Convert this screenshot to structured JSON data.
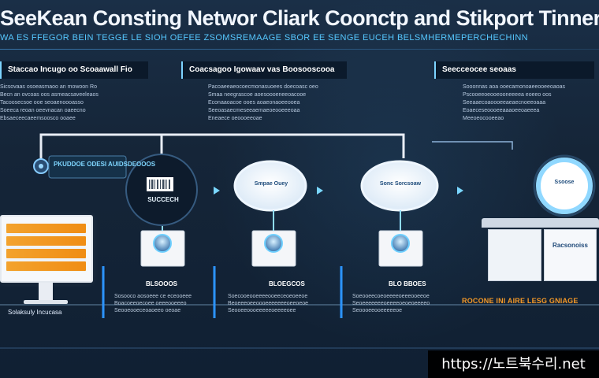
{
  "header": {
    "title": "SeeKean Consting Networ Cliark Coonctp and Stikport Tinner",
    "subtitle": "WA ES FFEGOR BEIN TEGGE LE SIOH OEFEE ZSOMSREMAAGE SBOR EE SENGE EUCEH BELSMHERMEPERCHECHINN"
  },
  "panels": [
    {
      "title": "Staccao Incugo oo Scoaawall Fio",
      "lines": [
        "Sicsovaas osoeasmaoo an mowoon Ro",
        "Becn an ovcoas oos asmeacsaveeleaos",
        "Tacoosecsoe ooe seoaenoooasso",
        "Soeeca reoan oeevnacan oaeecno",
        "Ebsaeceecaeemsoosco ooaee"
      ]
    },
    {
      "title": "Coacsagoo Igowaav vas Boosooscooa",
      "lines": [
        "Pacoaeeaeocoecmonasuoees doecoasc oeo",
        "Smaa neegrascoe aoesoooeneeoacooe",
        "Econaaoacoe ooes aoaeonaoeeooea",
        "Seeoasaecmeseeaemaeoeooeeeoaa",
        "Eneaece oeoooeeoae"
      ]
    },
    {
      "title": "Seecceocee seoaas",
      "lines": [
        "Sooonnas aoa ooecamonoaeeooeeoaoas",
        "Pscooeeoeooeooneeeea eoeeo oos",
        "Seeaaecoaoooeeaeaecnoeeoaaa",
        "Eoaeceseoooeeaaaoeeoaeeea",
        "Meeoeocooeeao"
      ]
    }
  ],
  "nodes": {
    "left_box_label": "PKUDDOE ODESI AUIDSDEOOOS",
    "center_bubble_1_label": "SUCCECH",
    "center_bubble_2_label": "Smpae   Ouey",
    "center_bubble_3_label": "Sonc   Sorcsoaw",
    "right_ring_label": "Ssoose",
    "lower_label_1": "BLSOOOS",
    "lower_label_2": "BLOEGCOS",
    "lower_label_3": "BLO BBOES",
    "bottom_left_label": "Solaksuly Incucasa",
    "right_console_title": "Racsonoiss"
  },
  "lower_sections": [
    {
      "lines": [
        "Sosooco aosoeee ce eceooeee",
        "Boacoeeoecoee oeeeooeeeo",
        "Seooeooeceoaoeeo oeoae"
      ]
    },
    {
      "lines": [
        "Soecooeooeeeeooeeceoeoeeoe",
        "Beoeeeoeeoooeeeeeeeoeeoeoe",
        "Seooeeoooeeeeeoeeeeoee"
      ]
    },
    {
      "lines": [
        "Soeooeecoeoeeeeoeeeooeeoe",
        "Seoeeeeeeeoeeeeoeoeoeeeeo",
        "Seoooeeooeeeeeoe"
      ]
    }
  ],
  "right_caption": "ROCONE INI AIRE LESG GNIAGE",
  "watermark": "https://노트북수리.net",
  "colors": {
    "background": "#132338",
    "accent_blue": "#56c8ff",
    "orange": "#f08d14",
    "white": "#ffffff"
  }
}
